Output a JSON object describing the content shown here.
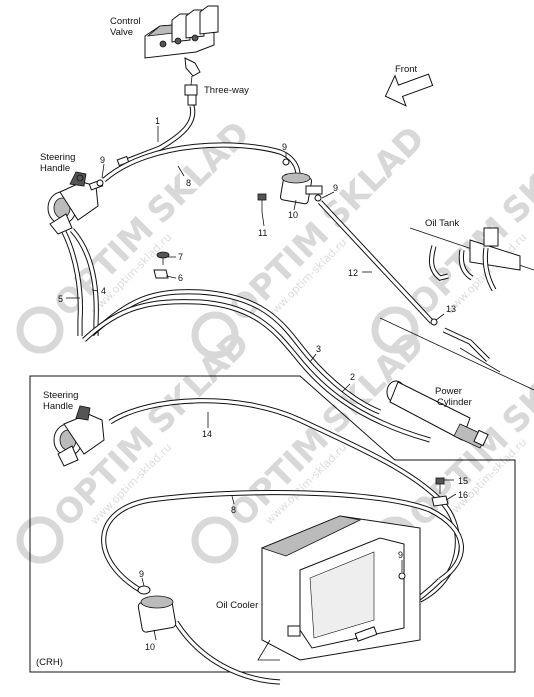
{
  "labels": {
    "control_valve_line1": "Control",
    "control_valve_line2": "Valve",
    "three_way": "Three-way",
    "front": "Front",
    "steering_handle_top_line1": "Steering",
    "steering_handle_top_line2": "Handle",
    "steering_handle_bottom_line1": "Steering",
    "steering_handle_bottom_line2": "Handle",
    "oil_tank": "Oil Tank",
    "power_cylinder_line1": "Power",
    "power_cylinder_line2": "Cylinder",
    "oil_cooler": "Oil Cooler",
    "crh": "(CRH)"
  },
  "part_numbers": {
    "p1": "1",
    "p2": "2",
    "p3": "3",
    "p4": "4",
    "p5": "5",
    "p6": "6",
    "p7": "7",
    "p8_top": "8",
    "p8_bottom": "8",
    "p9_a": "9",
    "p9_b": "9",
    "p9_c": "9",
    "p9_d": "9",
    "p9_e": "9",
    "p10_top": "10",
    "p10_bottom": "10",
    "p11": "11",
    "p12": "12",
    "p13": "13",
    "p14": "14",
    "p15": "15",
    "p16": "16"
  },
  "watermark": {
    "brand_a": "OPTIM",
    "brand_b": "SKLAD",
    "site": "www.optim-sklad.ru"
  }
}
